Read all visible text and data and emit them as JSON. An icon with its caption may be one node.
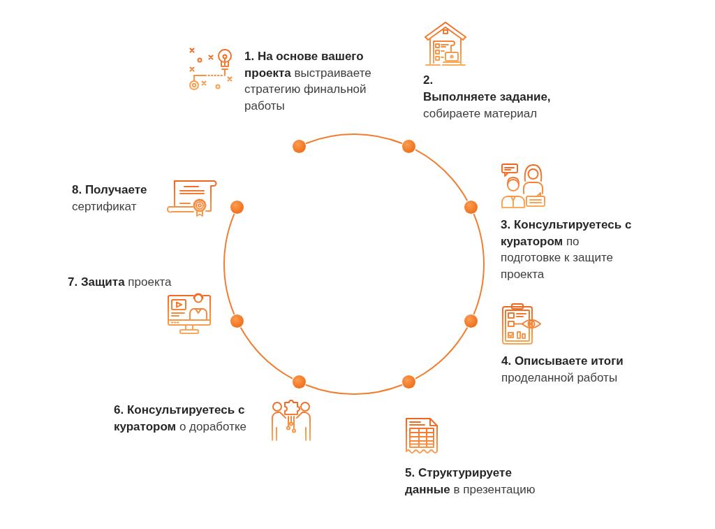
{
  "diagram": {
    "nodes": [
      {
        "text": [],
        "shape": "circle"
      },
      {
        "text": [],
        "shape": "circle"
      },
      {
        "text": [],
        "shape": "circle"
      },
      {
        "text": [],
        "shape": "circle"
      },
      {
        "text": [],
        "shape": "circle"
      },
      {
        "text": [],
        "shape": "circle"
      },
      {
        "text": [],
        "shape": "circle"
      },
      {
        "text": [],
        "shape": "circle"
      }
    ],
    "edges": [
      {
        "from": 0,
        "to": 1,
        "arrow": "none"
      },
      {
        "from": 1,
        "to": 2,
        "arrow": "none"
      },
      {
        "from": 2,
        "to": 3,
        "arrow": "none"
      },
      {
        "from": 3,
        "to": 4,
        "arrow": "none"
      },
      {
        "from": 4,
        "to": 5,
        "arrow": "none"
      },
      {
        "from": 5,
        "to": 6,
        "arrow": "none"
      },
      {
        "from": 6,
        "to": 7,
        "arrow": "none"
      }
    ],
    "labels": [
      "**1. На основе вашего проекта** выстраиваете стратегию финальной работы",
      "2.",
      "**Выполняете задание,** собираете материал",
      "**3. Консультируетесь с куратором** по подготовке к защите проекта",
      "**4. Описываете итоги** проделанной работы",
      "**5. Структурируете данные** в презентацию",
      "**6. Консультируетесь с куратором** о доработке",
      "**7. Защита** проекта",
      "**8. Получаете** сертификат"
    ]
  }
}
